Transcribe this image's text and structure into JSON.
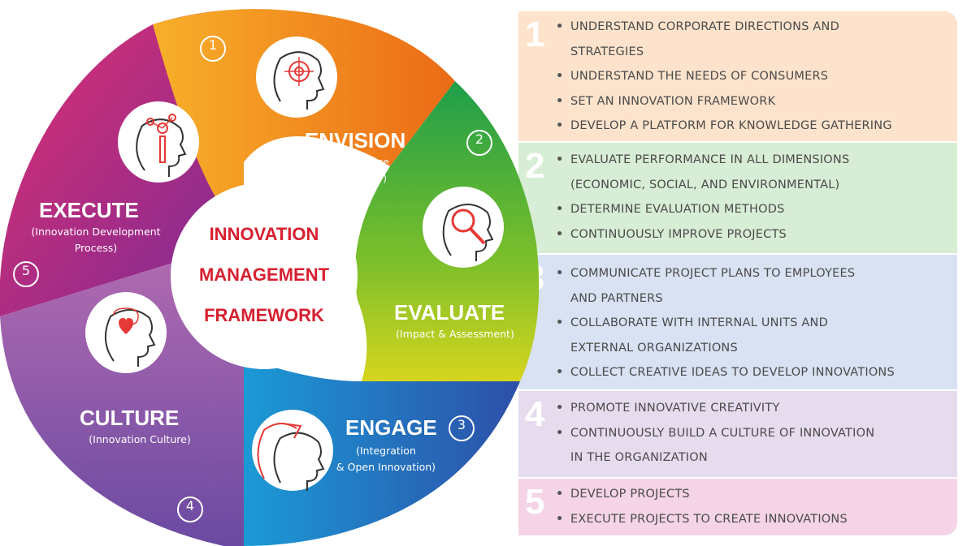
{
  "center": {
    "lines": [
      "INNOVATION",
      "MANAGEMENT",
      "FRAMEWORK"
    ]
  },
  "segments": {
    "envision": {
      "number": "1",
      "title": "ENVISION",
      "subtitle": [
        "(Intelligence",
        "& Strategy)"
      ],
      "color": "#f08a1c",
      "icon": "target-head-icon"
    },
    "evaluate": {
      "number": "2",
      "title": "EVALUATE",
      "subtitle": [
        "(Impact & Assessment)"
      ],
      "color": "#4caf2e",
      "icon": "magnifier-head-icon"
    },
    "engage": {
      "number": "3",
      "title": "ENGAGE",
      "subtitle": [
        "(Integration",
        "& Open Innovation)"
      ],
      "color": "#2a63b8",
      "icon": "arrow-heads-icon"
    },
    "culture": {
      "number": "4",
      "title": "CULTURE",
      "subtitle": [
        "(Innovation Culture)"
      ],
      "color": "#8a56a8",
      "icon": "heart-head-icon"
    },
    "execute": {
      "number": "5",
      "title": "EXECUTE",
      "subtitle": [
        "(Innovation Development",
        "Process)"
      ],
      "color": "#b5278f",
      "icon": "network-head-icon"
    }
  },
  "steps": [
    {
      "number": "1",
      "color": "#fbdcc0",
      "items": [
        "UNDERSTAND CORPORATE DIRECTIONS AND",
        "STRATEGIES",
        "UNDERSTAND THE NEEDS OF CONSUMERS",
        "SET AN INNOVATION FRAMEWORK",
        "DEVELOP A PLATFORM FOR KNOWLEDGE GATHERING"
      ],
      "bullets": [
        true,
        false,
        true,
        true,
        true
      ]
    },
    {
      "number": "2",
      "color": "#d3ead1",
      "items": [
        "EVALUATE PERFORMANCE IN ALL DIMENSIONS",
        "(ECONOMIC, SOCIAL, AND ENVIRONMENTAL)",
        "DETERMINE EVALUATION METHODS",
        "CONTINUOUSLY IMPROVE PROJECTS"
      ],
      "bullets": [
        true,
        false,
        true,
        true
      ]
    },
    {
      "number": "3",
      "color": "#d6dff1",
      "items": [
        "COMMUNICATE PROJECT PLANS TO EMPLOYEES",
        "AND PARTNERS",
        "COLLABORATE WITH INTERNAL UNITS AND",
        "EXTERNAL ORGANIZATIONS",
        "COLLECT CREATIVE IDEAS TO DEVELOP INNOVATIONS"
      ],
      "bullets": [
        true,
        false,
        true,
        false,
        true
      ]
    },
    {
      "number": "4",
      "color": "#e3d8ea",
      "items": [
        "PROMOTE INNOVATIVE CREATIVITY",
        "CONTINUOUSLY BUILD A CULTURE OF INNOVATION",
        "IN THE ORGANIZATION"
      ],
      "bullets": [
        true,
        true,
        false
      ]
    },
    {
      "number": "5",
      "color": "#f2d0e4",
      "items": [
        "DEVELOP PROJECTS",
        "EXECUTE PROJECTS TO CREATE INNOVATIONS"
      ],
      "bullets": [
        true,
        true
      ]
    }
  ]
}
